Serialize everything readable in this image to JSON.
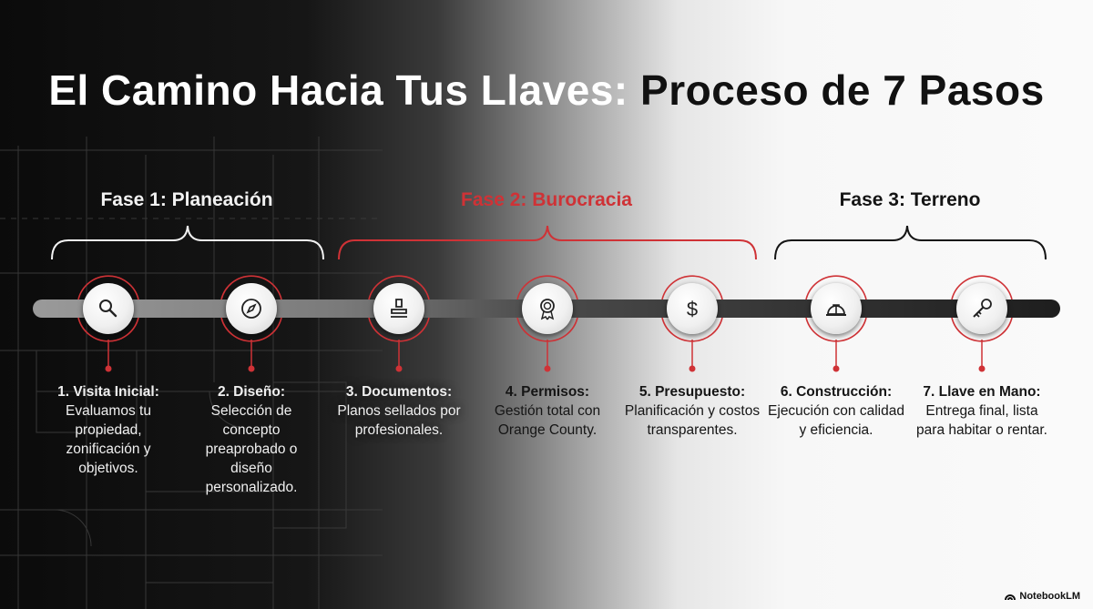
{
  "title": {
    "part1": "El Camino Hacia Tus Llaves:",
    "part2": "Proceso de 7 Pasos"
  },
  "phases": [
    {
      "label": "Fase 1: Planeación"
    },
    {
      "label": "Fase 2: Burocracia"
    },
    {
      "label": "Fase 3: Terreno"
    }
  ],
  "steps": [
    {
      "title": "1. Visita Inicial:",
      "desc": "Evaluamos tu propiedad, zonificación y objetivos.",
      "icon": "search-icon"
    },
    {
      "title": "2. Diseño:",
      "desc": "Selección de concepto preaprobado o diseño personalizado.",
      "icon": "compass-icon"
    },
    {
      "title": "3. Documentos:",
      "desc": "Planos sellados por profesionales.",
      "icon": "stamp-icon"
    },
    {
      "title": "4. Permisos:",
      "desc": "Gestión total con Orange County.",
      "icon": "badge-icon"
    },
    {
      "title": "5. Presupuesto:",
      "desc": "Planificación y costos transparentes.",
      "icon": "dollar-icon"
    },
    {
      "title": "6. Construcción:",
      "desc": "Ejecución con calidad y eficiencia.",
      "icon": "hard-hat-icon"
    },
    {
      "title": "7. Llave en Mano:",
      "desc": "Entrega final, lista para habitar o rentar.",
      "icon": "key-icon"
    }
  ],
  "colors": {
    "accent": "#cf3236",
    "dark": "#111111",
    "light": "#ffffff"
  },
  "brand": "NotebookLM"
}
